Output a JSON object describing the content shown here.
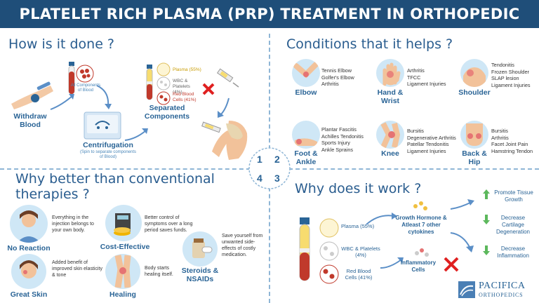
{
  "title": "PLATELET RICH PLASMA (PRP) TREATMENT IN ORTHOPEDIC PATIENTS",
  "q1": {
    "heading": "How is it done ?",
    "withdraw": "Withdraw Blood",
    "all_components": "All Components of Blood",
    "centrifugation": "Centrifugation",
    "centrifugation_sub": "(Spin to separate components of Blood)",
    "separated": "Separated Components",
    "plasma": "Plasma (55%)",
    "wbc": "WBC & Platelets (4%)",
    "rbc": "Red Blood Cells (41%)"
  },
  "q2": {
    "heading": "Conditions that it helps ?",
    "conditions": [
      {
        "name": "Elbow",
        "list": [
          "Tennis Elbow",
          "Golfer's Elbow",
          "Arthritis"
        ]
      },
      {
        "name": "Hand & Wrist",
        "list": [
          "Arthritis",
          "TFCC",
          "Ligament Injuries"
        ]
      },
      {
        "name": "Shoulder",
        "list": [
          "Tendonitis",
          "Frozen Shoulder",
          "SLAP lesion",
          "Ligament Injuries"
        ]
      },
      {
        "name": "Foot & Ankle",
        "list": [
          "Plantar Fascitis",
          "Achilles Tendonitis",
          "Sports Injury",
          "Ankle Sprains"
        ]
      },
      {
        "name": "Knee",
        "list": [
          "Bursitis",
          "Degenerative Arthritis",
          "Patellar Tendonitis",
          "Ligament Injuries"
        ]
      },
      {
        "name": "Back & Hip",
        "list": [
          "Bursitis",
          "Arthritis",
          "Facet Joint Pain",
          "Hamstring Tendon"
        ]
      }
    ]
  },
  "q3": {
    "heading": "Why better than conventional therapies ?",
    "items": [
      {
        "name": "No Reaction",
        "desc": "Everything in the injection belongs to your own body."
      },
      {
        "name": "Cost-Effective",
        "desc": "Better control of symptoms over a long period saves funds."
      },
      {
        "name": "Steroids & NSAIDs",
        "desc": "Save yourself from unwanted side-effects of costly medication."
      },
      {
        "name": "Great Skin",
        "desc": "Added benefit of improved skin elasticity & tone"
      },
      {
        "name": "Healing",
        "desc": "Body starts healing itself."
      }
    ]
  },
  "q4": {
    "heading": "Why does it work ?",
    "plasma": "Plasma (55%)",
    "wbc": "WBC & Platelets (4%)",
    "rbc": "Red Blood Cells (41%)",
    "growth": "Growth Hormone & Atleast 7 other cytokines",
    "inflammatory": "Inflammatory Cells",
    "promote": "Promote Tissue Growth",
    "decrease_cart": "Decrease Cartilage Degeneration",
    "decrease_inf": "Decrease Inflammation"
  },
  "numbers": [
    "1",
    "2",
    "3",
    "4"
  ],
  "logo": {
    "line1": "PACIFICA",
    "line2": "ORTHOPEDICS"
  },
  "colors": {
    "primary": "#1f4e79",
    "accent": "#2a6496",
    "red": "#c0392b",
    "green": "#5cb85c",
    "light_blue": "#cfe7f6"
  }
}
